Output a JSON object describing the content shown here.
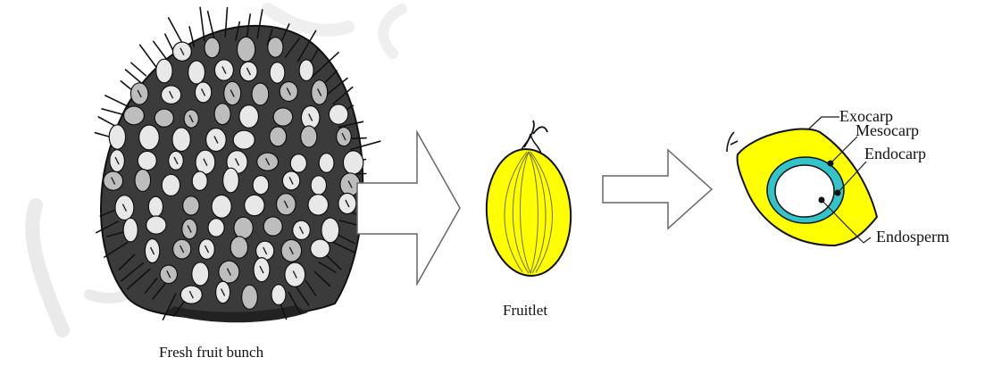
{
  "labels": {
    "bunch": "Fresh fruit bunch",
    "fruitlet": "Fruitlet",
    "exocarp": "Exocarp",
    "mesocarp": "Mesocarp",
    "endocarp": "Endocarp",
    "endosperm": "Endosperm"
  },
  "watermark": "Ur...",
  "colors": {
    "fruit_fill": "#ffff00",
    "endocarp_ring": "#33c3c8",
    "outline": "#1a1a1a",
    "watermark": "#dadada"
  },
  "icons": {
    "bunch": "oil-palm-bunch-illustration",
    "arrow": "hollow-right-arrow"
  }
}
